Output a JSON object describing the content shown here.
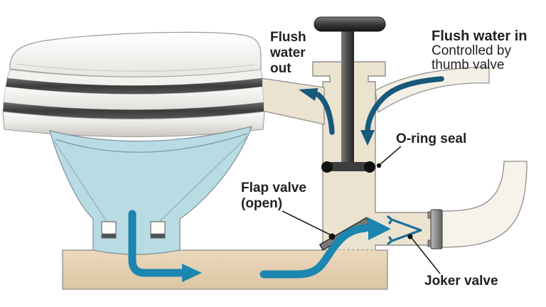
{
  "labels": {
    "flush_water_out": {
      "lines": [
        "Flush",
        "water",
        "out"
      ]
    },
    "flush_water_in": {
      "title": "Flush water in",
      "sub1": "Controlled by",
      "sub2": "thumb valve"
    },
    "o_ring_seal": "O-ring seal",
    "flap_valve": {
      "line1": "Flap valve",
      "line2": "(open)"
    },
    "joker_valve": "Joker valve"
  },
  "colors": {
    "flow_bright_teal": "#1b86af",
    "flow_dark_teal": "#16597b",
    "joker_outline_teal": "#1a7095",
    "pump_body_beige": "#ece2d0",
    "base_tan_top": "#ecd9bd",
    "base_tan_bottom": "#dbc5a3",
    "bowl_blue": "#b9dbe4",
    "dark_band_gray": "#4a4a4a",
    "handle_dark": "#2a2a2a",
    "text_black": "#231f20",
    "outline_gray": "#8e8e8e"
  }
}
